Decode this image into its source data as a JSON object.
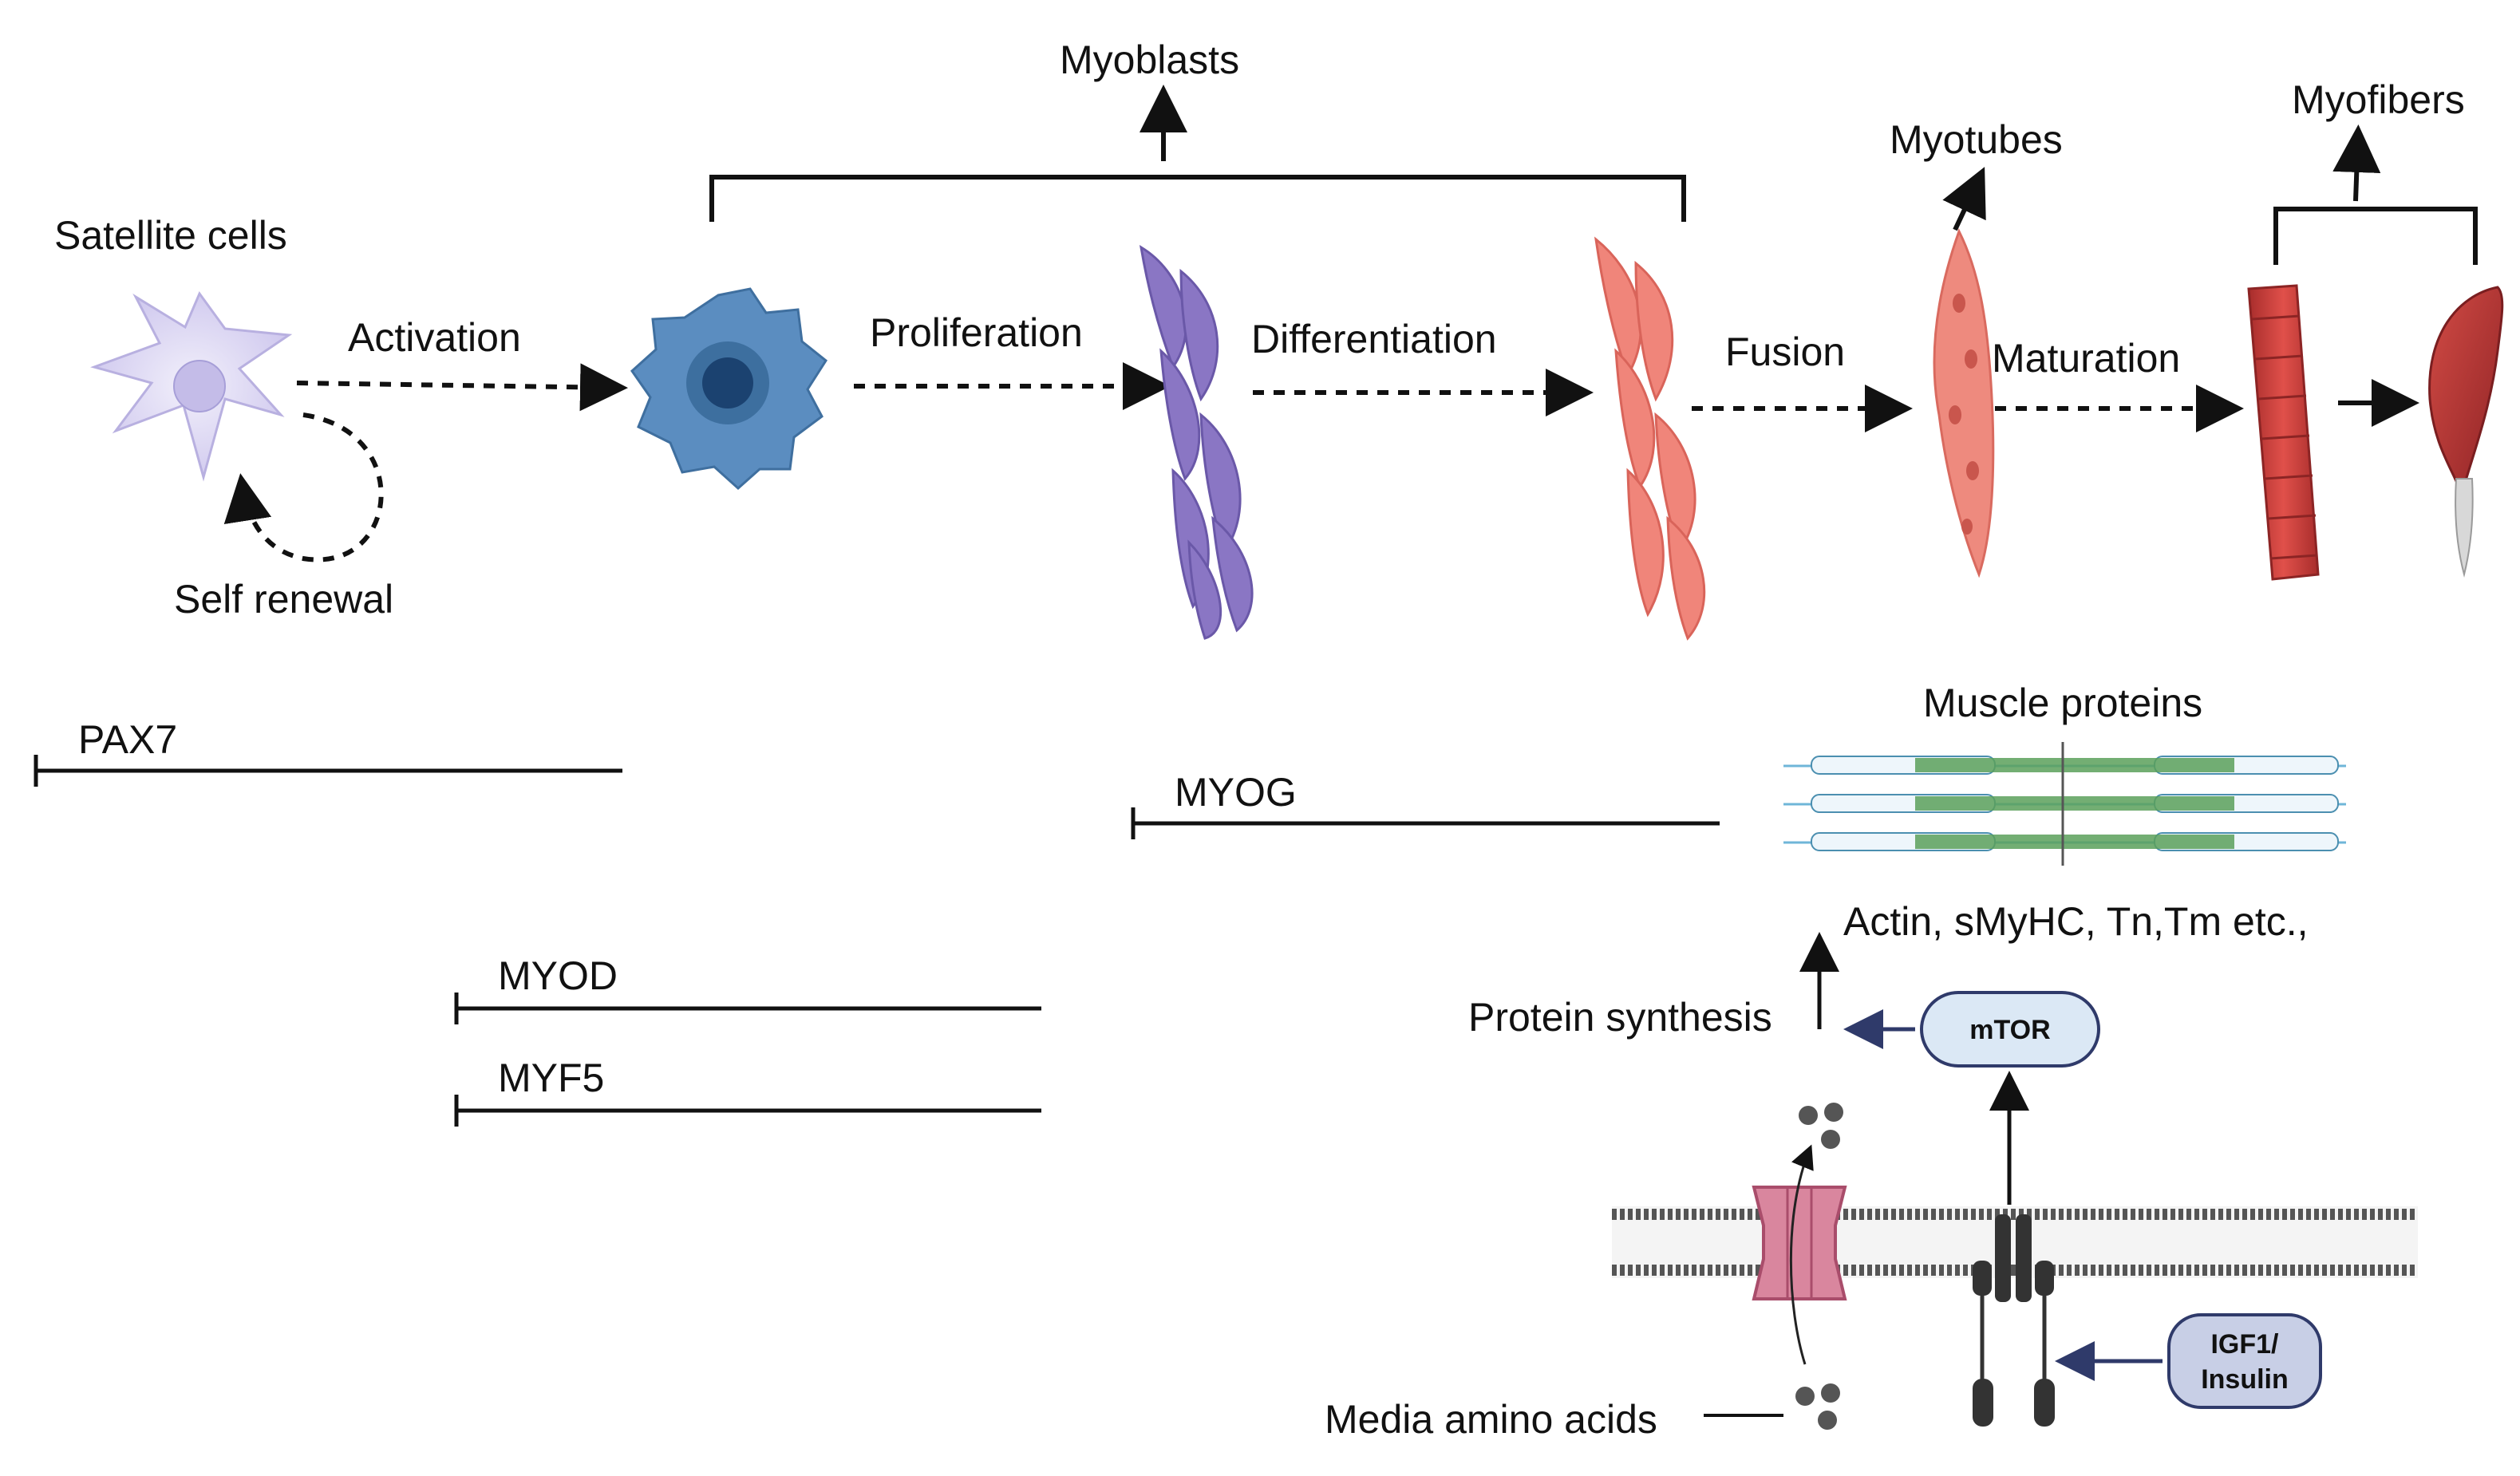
{
  "labels": {
    "satellite_cells": "Satellite cells",
    "activation": "Activation",
    "self_renewal": "Self renewal",
    "proliferation": "Proliferation",
    "differentiation": "Differentiation",
    "myoblasts": "Myoblasts",
    "fusion": "Fusion",
    "myotubes": "Myotubes",
    "maturation": "Maturation",
    "myofibers": "Myofibers",
    "muscle_proteins": "Muscle proteins",
    "protein_list": "Actin, sMyHC, Tn,Tm etc.,",
    "protein_synthesis": "Protein synthesis",
    "mtor": "mTOR",
    "igf1_line1": "IGF1/",
    "igf1_line2": "Insulin",
    "media_amino_acids": "Media amino acids"
  },
  "markers": [
    {
      "id": "pax7",
      "label": "PAX7"
    },
    {
      "id": "myog",
      "label": "MYOG"
    },
    {
      "id": "myod",
      "label": "MYOD"
    },
    {
      "id": "myf5",
      "label": "MYF5"
    }
  ],
  "colors": {
    "satellite_cell": "#d9d4f2",
    "activated_cell": "#5b8dc0",
    "myoblast_proliferating": "#8a76c4",
    "myoblast_differentiating": "#f0857a",
    "myotube": "#ee8a7e",
    "myofiber": "#c9403c",
    "mtor_box": "#dbe8f5",
    "igf1_box": "#c8cfe6",
    "transporter": "#d9869e",
    "sarcomere": "#5aa05a"
  }
}
